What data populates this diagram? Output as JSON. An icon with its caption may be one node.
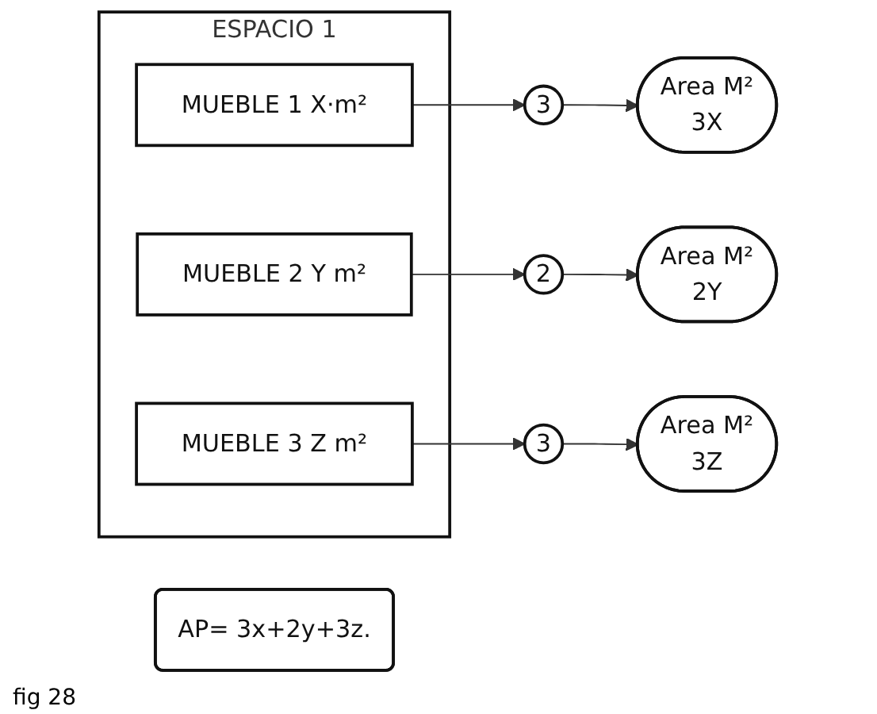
{
  "diagram": {
    "nodes": [
      {
        "text": [
          "ESPACIO 1"
        ]
      },
      {
        "text": [
          "MUEBLE 1 X·m²"
        ],
        "in": 0
      },
      {
        "text": [
          "MUEBLE 2 Y m²"
        ],
        "in": 0
      },
      {
        "text": [
          "MUEBLE 3 Z m²"
        ],
        "in": 0
      },
      {
        "text": [
          "3"
        ]
      },
      {
        "text": [
          "Area M²",
          "3X"
        ]
      },
      {
        "text": [
          "2"
        ]
      },
      {
        "text": [
          "Area M²",
          "2Y"
        ]
      },
      {
        "text": [
          "3"
        ]
      },
      {
        "text": [
          "Area M²",
          "3Z"
        ]
      },
      {
        "text": [
          "AP= 3x+2y+3z."
        ]
      }
    ],
    "edges": [
      {
        "from": 1,
        "to": 4,
        "arrow": "to"
      },
      {
        "from": 4,
        "to": 5,
        "arrow": "to"
      },
      {
        "from": 2,
        "to": 6,
        "arrow": "to"
      },
      {
        "from": 6,
        "to": 7,
        "arrow": "to"
      },
      {
        "from": 3,
        "to": 8,
        "arrow": "to"
      },
      {
        "from": 8,
        "to": 9,
        "arrow": "to"
      }
    ],
    "labels": [
      "fig 28"
    ]
  }
}
